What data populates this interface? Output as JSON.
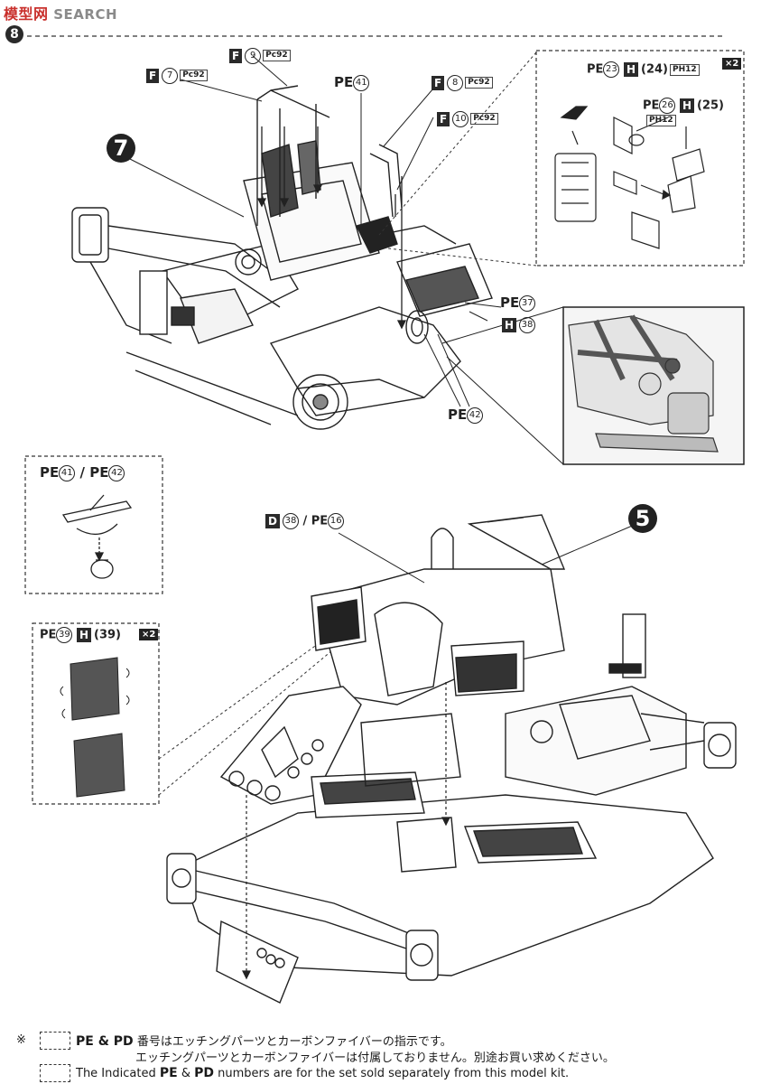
{
  "watermark": {
    "chinese": "模型网",
    "latin": "SEARCH"
  },
  "step": {
    "number": "8"
  },
  "assembly_numbers": {
    "upper": "7",
    "lower": "5"
  },
  "callouts": {
    "f7": {
      "prefix": "F",
      "num": "7",
      "pc": "92"
    },
    "f9": {
      "prefix": "F",
      "num": "9",
      "pc": "92"
    },
    "f8": {
      "prefix": "F",
      "num": "8",
      "pc": "92"
    },
    "f10": {
      "prefix": "F",
      "num": "10",
      "pc": "92"
    },
    "pe41_top": {
      "prefix": "PE",
      "num": "41"
    },
    "pe37": {
      "prefix": "PE",
      "num": "37"
    },
    "h38": {
      "num": "38"
    },
    "pe42": {
      "prefix": "PE",
      "num": "42"
    },
    "pe23": {
      "prefix": "PE",
      "num": "23",
      "paren": "(24)",
      "ph": "12"
    },
    "pe26": {
      "prefix": "PE",
      "num": "26",
      "paren": "(25)",
      "ph": "12"
    },
    "x2_top": "×2",
    "pe41_pe42": {
      "a": "41",
      "b": "42",
      "sep": "/"
    },
    "d38_pe16": {
      "d": "D",
      "dnum": "38",
      "sep": "/",
      "pe": "PE",
      "penum": "16"
    },
    "pe39": {
      "prefix": "PE",
      "num": "39",
      "paren": "(39)"
    },
    "x2_bottom": "×2"
  },
  "footer": {
    "note_mark": "※",
    "pe_pd": "PE & PD",
    "jp_line1": "番号はエッチングパーツとカーボンファイバーの指示です。",
    "jp_line2": "エッチングパーツとカーボンファイバーは付属しておりません。別途お買い求めください。",
    "en_prefix": "The Indicated",
    "en_pe": "PE",
    "en_amp": "&",
    "en_pd": "PD",
    "en_suffix": "numbers are for the set sold separately from this model kit."
  }
}
